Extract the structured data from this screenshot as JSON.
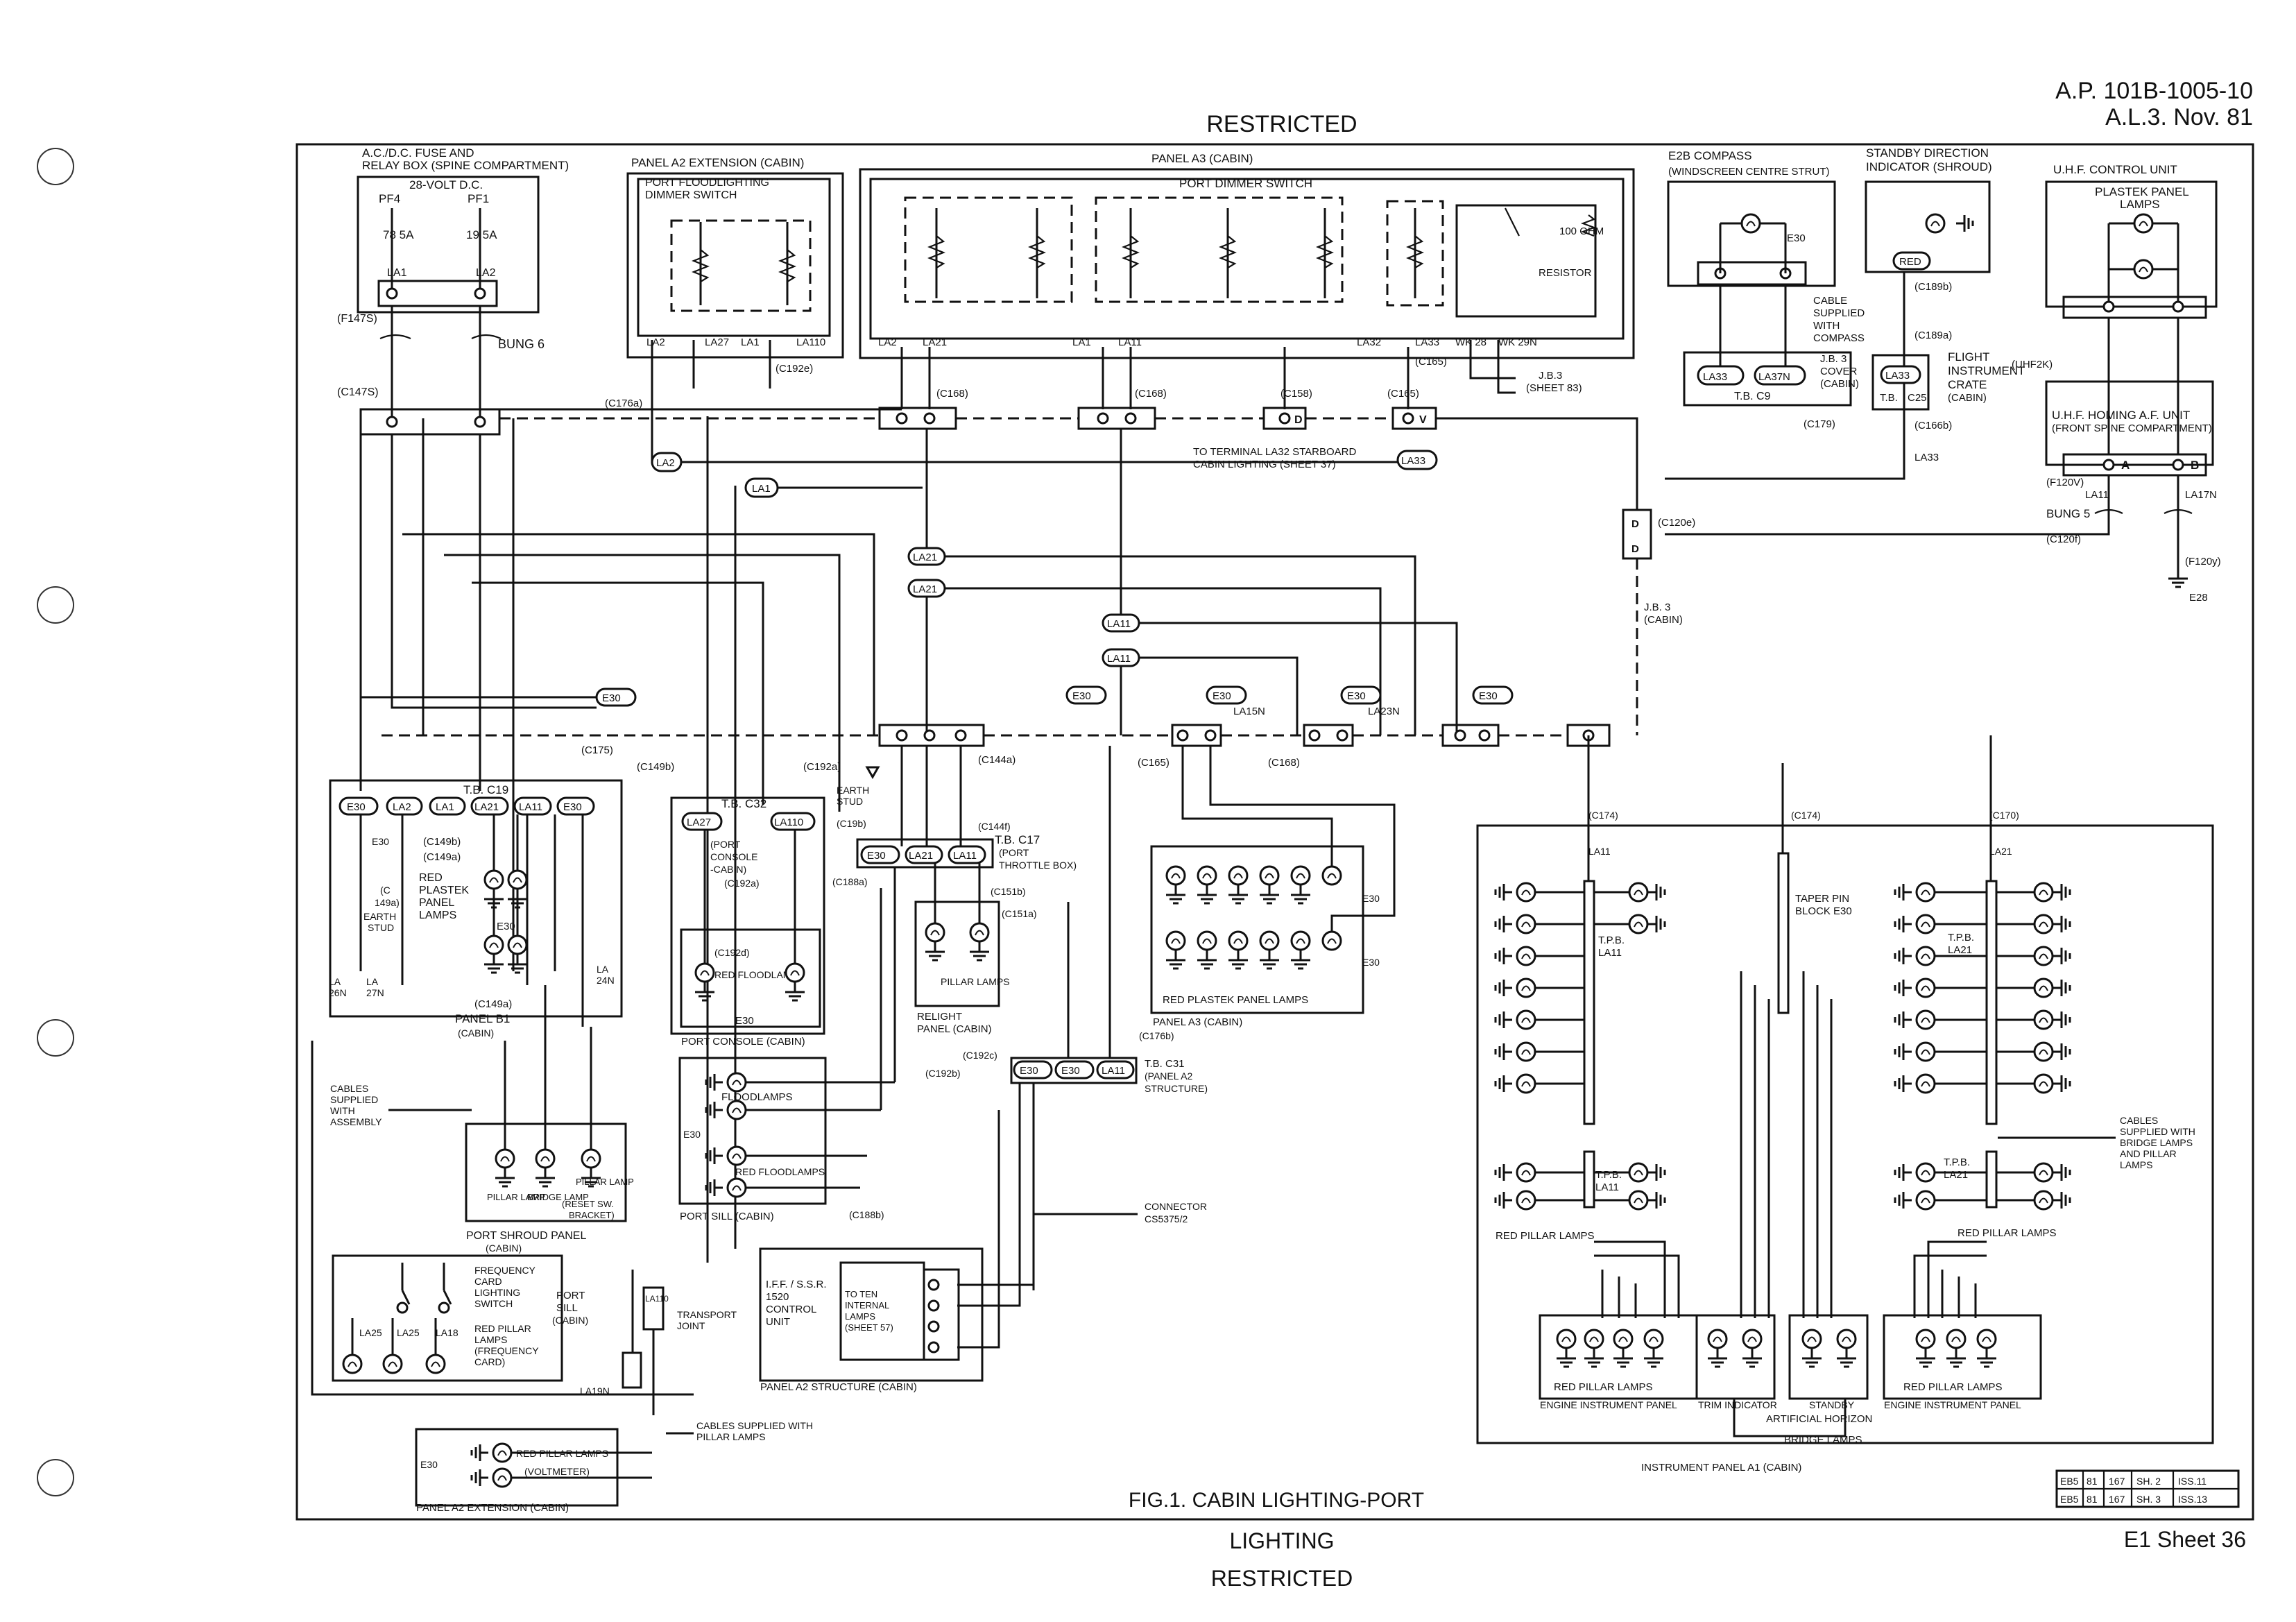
{
  "header": {
    "restricted_top": "RESTRICTED",
    "ap_ref": "A.P. 101B-1005-10",
    "al_ref": "A.L.3.   Nov. 81"
  },
  "footer": {
    "figure_title": "FIG.1. CABIN LIGHTING-PORT",
    "lighting": "LIGHTING",
    "restricted_bottom": "RESTRICTED",
    "sheet": "E1 Sheet 36",
    "ref_table": [
      [
        "EB5",
        "81",
        "167",
        "SH. 2",
        "ISS.11"
      ],
      [
        "EB5",
        "81",
        "167",
        "SH. 3",
        "ISS.13"
      ]
    ]
  },
  "panels": {
    "fuse_box_1": "A.C./D.C. FUSE AND",
    "fuse_box_2": "RELAY BOX (SPINE COMPARTMENT)",
    "dc_28v": "28-VOLT D.C.",
    "pf4": "PF4",
    "pf1": "PF1",
    "pf4_rating": "78 5A",
    "pf1_rating": "19 5A",
    "bung6": "BUNG 6",
    "a2_ext_top": "PANEL A2 EXTENSION (CABIN)",
    "port_flood_dimmer_1": "PORT FLOODLIGHTING",
    "port_flood_dimmer_2": "DIMMER SWITCH",
    "a3_top": "PANEL A3 (CABIN)",
    "port_dimmer": "PORT DIMMER SWITCH",
    "resistor_ohm": "100 OHM",
    "resistor": "RESISTOR",
    "e2b_1": "E2B COMPASS",
    "e2b_2": "(WINDSCREEN CENTRE STRUT)",
    "standby_dir_1": "STANDBY DIRECTION",
    "standby_dir_2": "INDICATOR (SHROUD)",
    "uhf_control": "U.H.F. CONTROL UNIT",
    "plastek_top_1": "PLASTEK PANEL",
    "plastek_top_2": "LAMPS",
    "cable_compass_1": "CABLE",
    "cable_compass_2": "SUPPLIED",
    "cable_compass_3": "WITH",
    "cable_compass_4": "COMPASS",
    "jb3_cover_1": "J.B. 3",
    "jb3_cover_2": "COVER",
    "jb3_cover_3": "(CABIN)",
    "tb_c9": "T.B. C9",
    "flight_inst_1": "FLIGHT",
    "flight_inst_2": "INSTRUMENT",
    "flight_inst_3": "CRATE",
    "flight_inst_4": "(CABIN)",
    "uhf_homing_1": "U.H.F. HOMING A.F. UNIT",
    "uhf_homing_2": "(FRONT SPINE COMPARTMENT)",
    "bung5": "BUNG 5",
    "jb3_sheet": "J.B.3",
    "jb3_sheet_ref": "(SHEET 83)",
    "starboard_1": "TO TERMINAL LA32 STARBOARD",
    "starboard_2": "CABIN LIGHTING (SHEET 37)",
    "jb3_cabin_1": "J.B. 3",
    "jb3_cabin_2": "(CABIN)",
    "tb_c19": "T.B. C19",
    "tb_c32": "T.B. C32",
    "earth_stud_1": "EARTH",
    "earth_stud_2": "STUD",
    "tb_c17_1": "T.B. C17",
    "tb_c17_2": "(PORT",
    "tb_c17_3": "THROTTLE BOX)",
    "port_console_lbl_1": "(PORT",
    "port_console_lbl_2": "CONSOLE",
    "port_console_lbl_3": "-CABIN)",
    "red_plastek_1": "RED",
    "red_plastek_2": "PLASTEK",
    "red_plastek_3": "PANEL",
    "red_plastek_4": "LAMPS",
    "panel_b1_1": "PANEL B1",
    "panel_b1_2": "(CABIN)",
    "red_floodlamps": "RED FLOODLAMPS",
    "port_console": "PORT CONSOLE (CABIN)",
    "pillar_lamps": "PILLAR LAMPS",
    "relight_1": "RELIGHT",
    "relight_2": "PANEL (CABIN)",
    "a3_plastek": "RED PLASTEK PANEL LAMPS",
    "a3_cabin": "PANEL A3 (CABIN)",
    "floodlamps": "FLOODLAMPS",
    "red_floodlamps_sill": "RED FLOODLAMPS",
    "port_sill": "PORT SILL (CABIN)",
    "tb_c31_1": "T.B. C31",
    "tb_c31_2": "(PANEL A2",
    "tb_c31_3": "STRUCTURE)",
    "cables_assy_1": "CABLES",
    "cables_assy_2": "SUPPLIED",
    "cables_assy_3": "WITH",
    "cables_assy_4": "ASSEMBLY",
    "pillar_lamp": "PILLAR LAMP",
    "bridge_lamp": "BRIDGE LAMP",
    "pillar_lamp_reset_1": "PILLAR LAMP",
    "pillar_lamp_reset_2": "(RESET SW.",
    "pillar_lamp_reset_3": "BRACKET)",
    "port_shroud_1": "PORT SHROUD PANEL",
    "port_shroud_2": "(CABIN)",
    "freq_card_1": "FREQUENCY",
    "freq_card_2": "CARD",
    "freq_card_3": "LIGHTING",
    "freq_card_4": "SWITCH",
    "port_sill_2_1": "PORT",
    "port_sill_2_2": "SILL",
    "port_sill_2_3": "(CABIN)",
    "red_pillar_freq_1": "RED PILLAR",
    "red_pillar_freq_2": "LAMPS",
    "red_pillar_freq_3": "(FREQUENCY",
    "red_pillar_freq_4": "CARD)",
    "transport_1": "TRANSPORT",
    "transport_2": "JOINT",
    "connector_1": "CONNECTOR",
    "connector_2": "CS5375/2",
    "iff_1": "I.F.F. / S.S.R.",
    "iff_2": "1520",
    "iff_3": "CONTROL",
    "iff_4": "UNIT",
    "ten_lamps_1": "TO TEN",
    "ten_lamps_2": "INTERNAL",
    "ten_lamps_3": "LAMPS",
    "ten_lamps_4": "(SHEET 57)",
    "a2_structure": "PANEL A2 STRUCTURE (CABIN)",
    "cables_pillar_1": "CABLES SUPPLIED WITH",
    "cables_pillar_2": "PILLAR LAMPS",
    "red_pillar_volt_1": "RED PILLAR LAMPS",
    "red_pillar_volt_2": "(VOLTMETER)",
    "a2_ext_bottom": "PANEL A2 EXTENSION (CABIN)",
    "taper_1": "TAPER PIN",
    "taper_2": "BLOCK E30",
    "tpb_la11": "T.P.B. LA11",
    "tpb_la21": "T.P.B. LA21",
    "cables_bridge_1": "CABLES",
    "cables_bridge_2": "SUPPLIED WITH",
    "cables_bridge_3": "BRIDGE LAMPS",
    "cables_bridge_4": "AND PILLAR",
    "cables_bridge_5": "LAMPS",
    "red_pillar_left": "RED PILLAR LAMPS",
    "red_pillar_right": "RED PILLAR LAMPS",
    "rpl_eng_left": "RED PILLAR LAMPS",
    "rpl_eng_right": "RED PILLAR LAMPS",
    "engine_left": "ENGINE INSTRUMENT PANEL",
    "trim": "TRIM INDICATOR",
    "standby_ah_1": "STANDBY",
    "standby_ah_2": "ARTIFICIAL HORIZON",
    "engine_right": "ENGINE INSTRUMENT PANEL",
    "bridge_lamps": "BRIDGE LAMPS",
    "instrument_a1": "INSTRUMENT PANEL A1 (CABIN)"
  },
  "terminals": {
    "la1": "LA1",
    "la2": "LA2",
    "la11": "LA11",
    "la21": "LA21",
    "la27": "LA27",
    "la110": "LA110",
    "la32": "LA32",
    "la33": "LA33",
    "la37n": "LA37N",
    "la17n": "LA17N",
    "la15n": "LA15N",
    "la23n": "LA23N",
    "la19n": "LA19N",
    "la25": "LA25",
    "la18": "LA18",
    "e30": "E30",
    "e28": "E28",
    "red": "RED",
    "c25": "C25",
    "wk28": "WK 28",
    "wk29n": "WK 29N"
  },
  "cables": {
    "f147s": "(F147S)",
    "c147s": "(C147S)",
    "c176a": "(C176a)",
    "c192e": "(C192e)",
    "c168": "(C168)",
    "c158": "(C158)",
    "c165": "(C165)",
    "c189b": "(C189b)",
    "c189a": "(C189a)",
    "uhf2k": "(UHF2K)",
    "c166b": "(C166b)",
    "c179": "(C179)",
    "f120v": "(F120V)",
    "c120e": "(C120e)",
    "c120f": "(C120f)",
    "f120y": "(F120y)",
    "c175": "(C175)",
    "c149b": "(C149b)",
    "c149a": "(C149a)",
    "c192a": "(C192a)",
    "c144a": "(C144a)",
    "c144f": "(C144f)",
    "c19b": "(C19b)",
    "c188a": "(C188a)",
    "c151b": "(C151b)",
    "c151a": "(C151a)",
    "c192d": "(C192d)",
    "c176b": "(C176b)",
    "c192c": "(C192c)",
    "c192b": "(C192b)",
    "c188b": "(C188b)",
    "c174": "(C174)",
    "c170": "(C170)"
  }
}
